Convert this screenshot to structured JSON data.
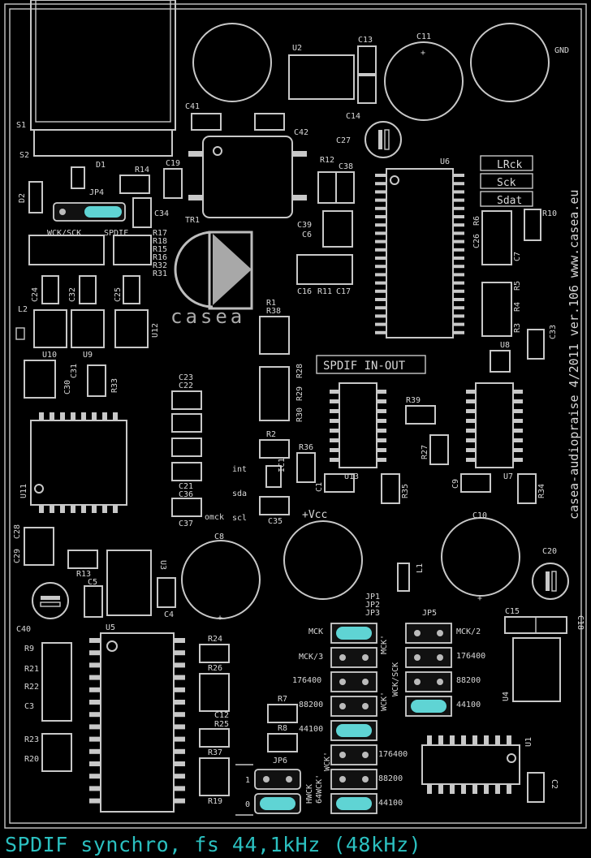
{
  "title": "SPDIF synchro, fs 44,1kHz (48kHz)",
  "board": {
    "vertical_text": "casea-audiopraise 4/2011   ver.106   www.casea.eu",
    "logo_text": "casea",
    "section_label": "SPDIF IN-OUT",
    "signal_boxes": [
      "LRck",
      "Sck",
      "Sdat"
    ],
    "labels": {
      "gnd": "GND",
      "vcc": "+Vcc",
      "s1": "S1",
      "s2": "S2",
      "d1": "D1",
      "d2": "D2",
      "l1": "L1",
      "l2": "L2",
      "tr1": "TR1",
      "jp4": "JP4",
      "wck_sck": "WCK/SCK",
      "spdif": "SPDIF",
      "jp6": "JP6",
      "jp5": "JP5",
      "jp123": [
        "JP1",
        "JP2",
        "JP3"
      ],
      "int": "int",
      "sda": "sda",
      "scl": "scl",
      "omck": "omck",
      "u2": "U2",
      "u6": "U6",
      "u8": "U8",
      "u13": "U13",
      "u7": "U7",
      "u10": "U10",
      "u9": "U9",
      "u12": "U12",
      "u11": "U11",
      "u3": "U3",
      "u5": "U5",
      "u4": "U4",
      "u1": "U1",
      "ic1": "IC1",
      "c13": "C13",
      "c11": "C11",
      "c14": "C14",
      "c27": "C27",
      "c41": "C41",
      "c42": "C42",
      "c38": "C38",
      "c19": "C19",
      "c34": "C34",
      "c39": "C39",
      "c6": "C6",
      "c26": "C26",
      "c7": "C7",
      "c16": "C16",
      "c17": "C17",
      "c24": "C24",
      "c32": "C32",
      "c25": "C25",
      "c30": "C30",
      "c31": "C31",
      "c23": "C23",
      "c22": "C22",
      "c21": "C21",
      "c36": "C36",
      "c37": "C37",
      "c35": "C35",
      "c1": "C1",
      "c9": "C9",
      "c33": "C33",
      "c29": "C29",
      "c28": "C28",
      "c10": "C10",
      "c8": "C8",
      "c5": "C5",
      "c4": "C4",
      "c40": "C40",
      "c20": "C20",
      "c15": "C15",
      "c18": "C18",
      "c12": "C12",
      "c3": "C3",
      "c2": "C2",
      "r14": "R14",
      "r12": "R12",
      "r6": "R6",
      "r10": "R10",
      "r5": "R5",
      "r4": "R4",
      "r3": "R3",
      "r1": "R1",
      "r38": "R38",
      "r11": "R11",
      "r28": "R28",
      "r29": "R29",
      "r30": "R30",
      "r2": "R2",
      "r36": "R36",
      "r39": "R39",
      "r27": "R27",
      "r35": "R35",
      "r34": "R34",
      "r33": "R33",
      "r13": "R13",
      "r9": "R9",
      "r21": "R21",
      "r22": "R22",
      "r23": "R23",
      "r20": "R20",
      "r24": "R24",
      "r26": "R26",
      "r25": "R25",
      "r37": "R37",
      "r19": "R19",
      "r7": "R7",
      "r8": "R8",
      "r17": "R17",
      "r18": "R18",
      "r15": "R15",
      "r16": "R16",
      "r32": "R32",
      "r31": "R31"
    },
    "jp123_left": [
      "MCK",
      "MCK/3",
      "176400",
      "88200",
      "44100",
      "176400",
      "88200",
      "44100"
    ],
    "jp5_right": [
      "MCK/2",
      "176400",
      "88200",
      "44100"
    ],
    "jp5_vertical": [
      "MCK'",
      "WCK/SCK",
      "WCK'"
    ],
    "jp_lower_vertical": [
      "HWCK",
      "64WCK'",
      "WCK'"
    ],
    "jp6_labels": [
      "1",
      "0"
    ],
    "plus": "+"
  },
  "colors": {
    "background": "#000000",
    "silkscreen": "#c8c8c8",
    "pad": "#5fd4d4",
    "title": "#2bc0c0"
  }
}
